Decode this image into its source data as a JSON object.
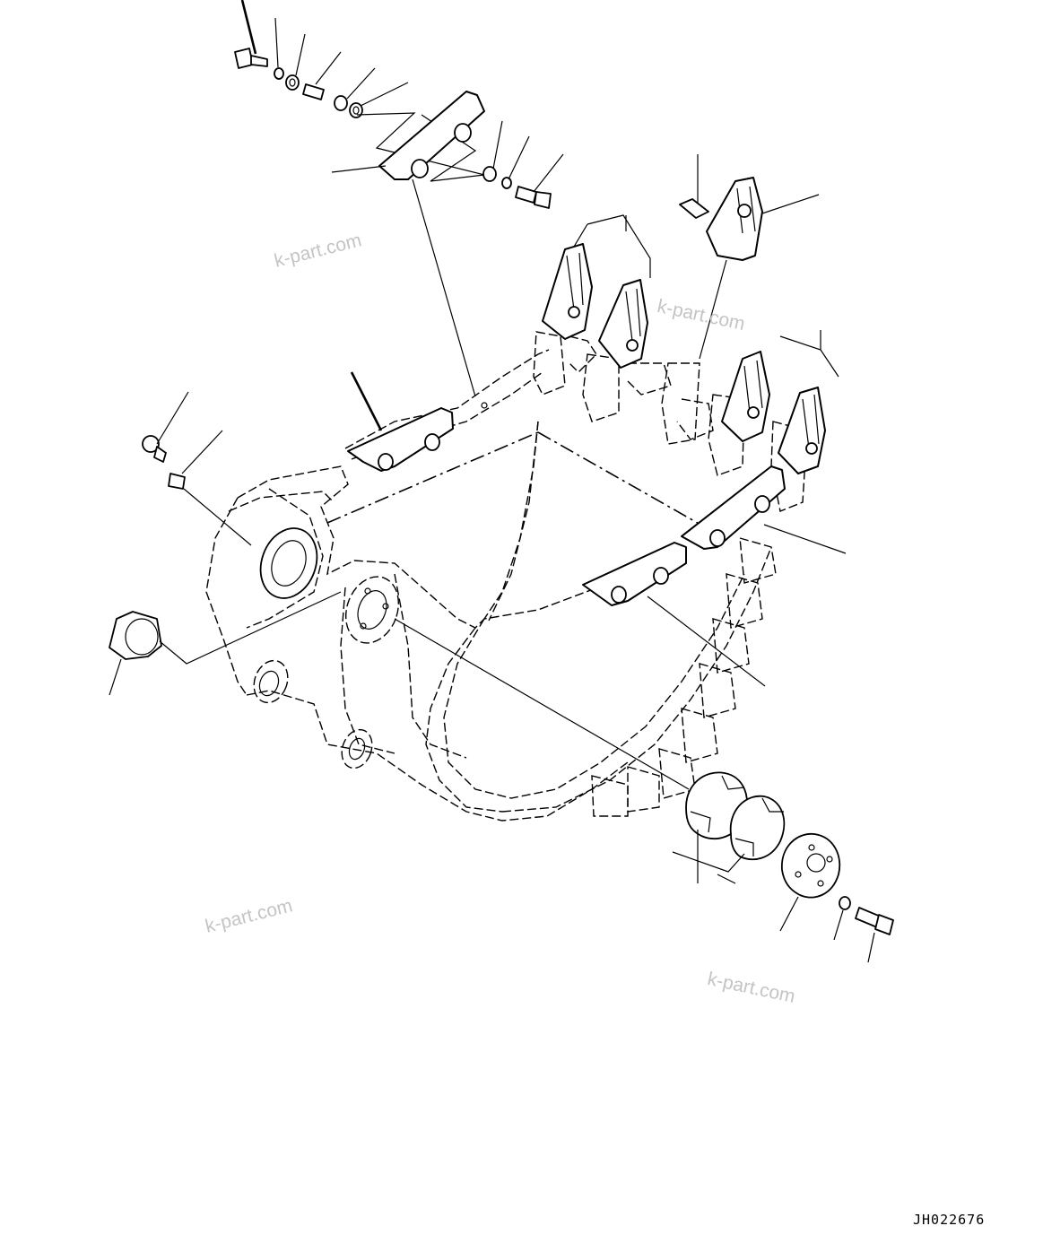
{
  "watermarks": [
    "k-part.com",
    "k-part.com",
    "k-part.com",
    "k-part.com"
  ],
  "drawing_code": "JH022676"
}
